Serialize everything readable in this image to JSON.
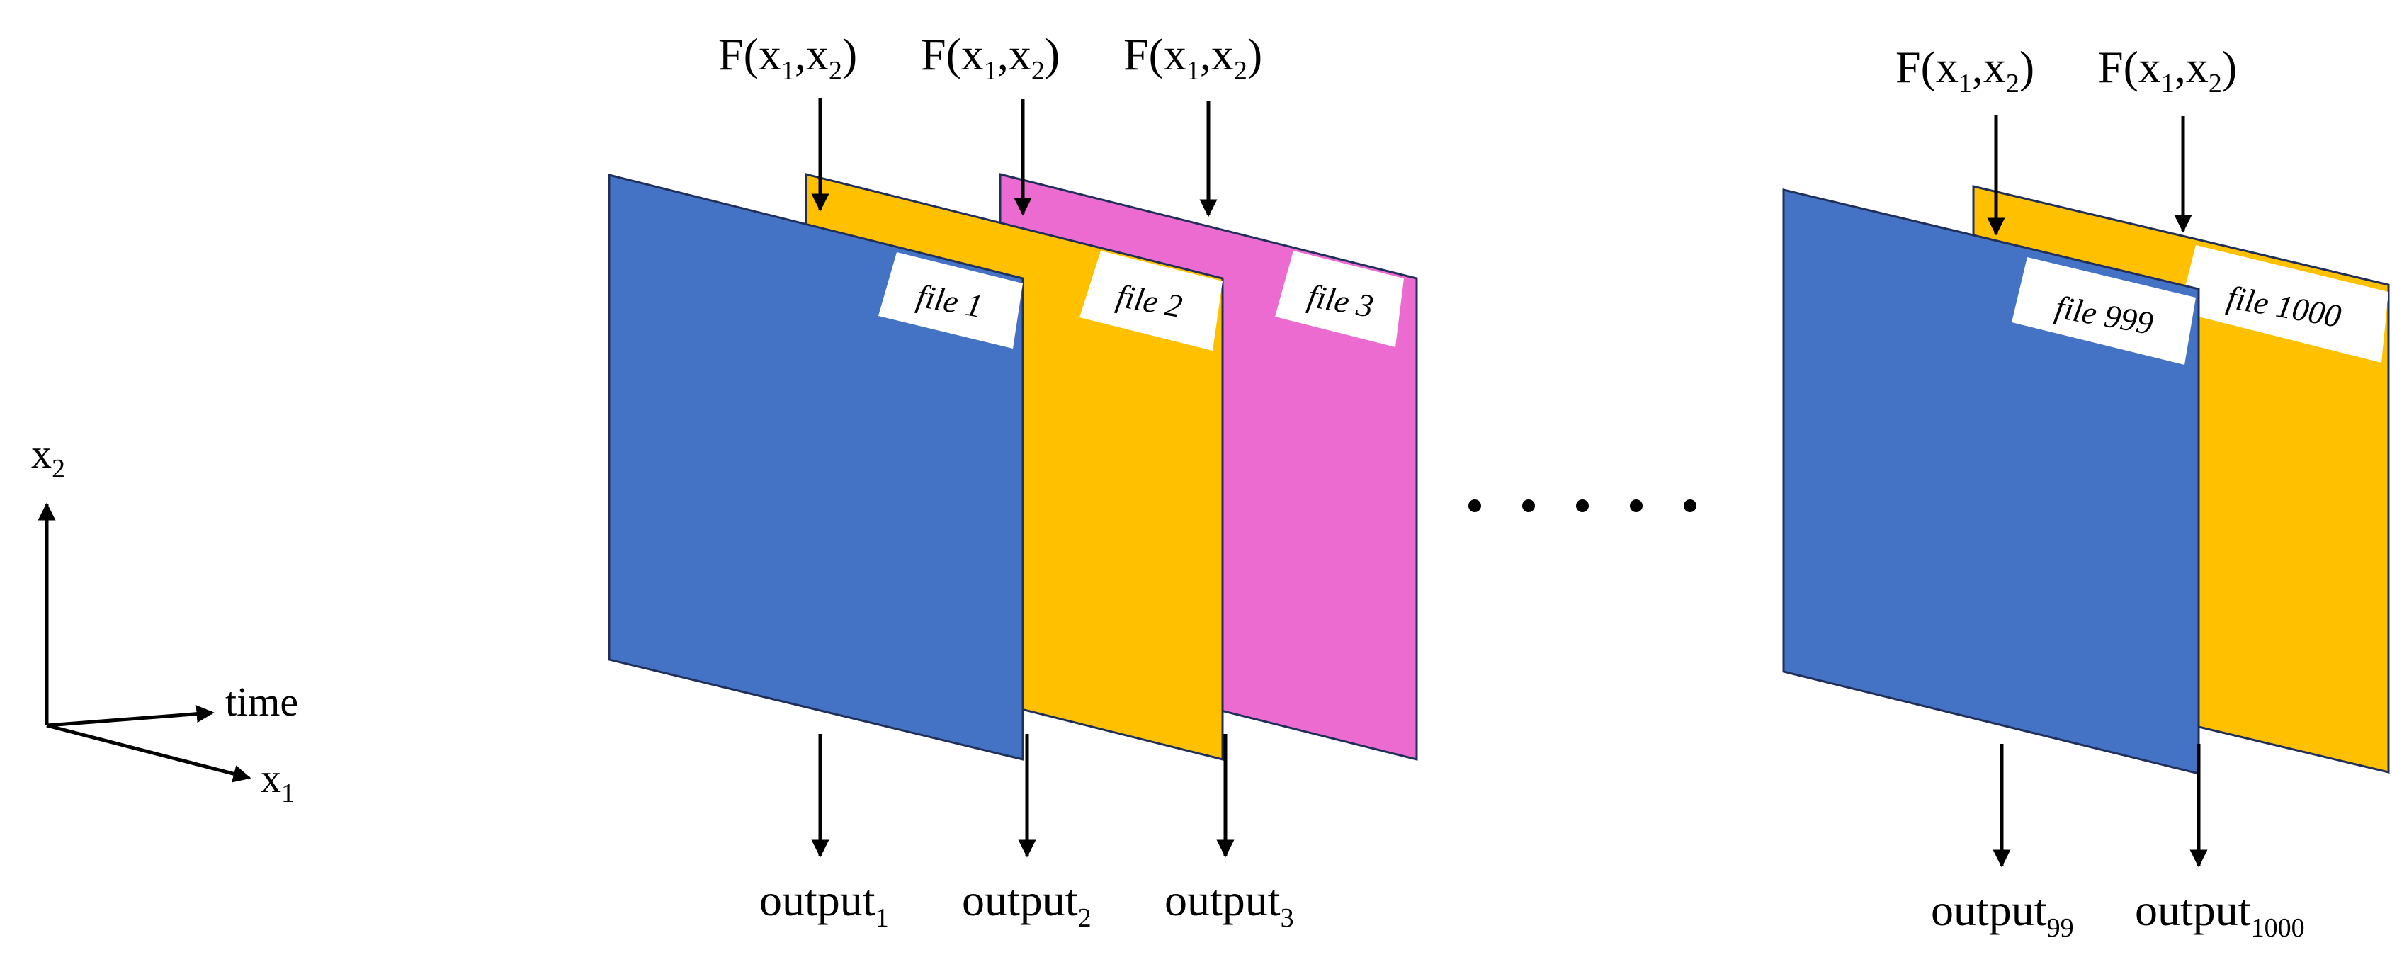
{
  "colors": {
    "blue": "#4472c4",
    "yellow": "#ffc000",
    "pink": "#ec6bd0",
    "edge": "#1f2f5a"
  },
  "axes": {
    "x2": {
      "base": "x",
      "sub": "2"
    },
    "time": "time",
    "x1": {
      "base": "x",
      "sub": "1"
    }
  },
  "inputs": [
    {
      "pre": "F(x",
      "s1": "1",
      "mid": ",x",
      "s2": "2",
      "post": ")"
    },
    {
      "pre": "F(x",
      "s1": "1",
      "mid": ",x",
      "s2": "2",
      "post": ")"
    },
    {
      "pre": "F(x",
      "s1": "1",
      "mid": ",x",
      "s2": "2",
      "post": ")"
    },
    {
      "pre": "F(x",
      "s1": "1",
      "mid": ",x",
      "s2": "2",
      "post": ")"
    },
    {
      "pre": "F(x",
      "s1": "1",
      "mid": ",x",
      "s2": "2",
      "post": ")"
    }
  ],
  "files": [
    "file 1",
    "file 2",
    "file 3",
    "file 999",
    "file 1000"
  ],
  "outputs": [
    {
      "base": "output",
      "sub": "1"
    },
    {
      "base": "output",
      "sub": "2"
    },
    {
      "base": "output",
      "sub": "3"
    },
    {
      "base": "output",
      "sub": "99"
    },
    {
      "base": "output",
      "sub": "1000"
    }
  ],
  "ellipsis_dots": 5
}
